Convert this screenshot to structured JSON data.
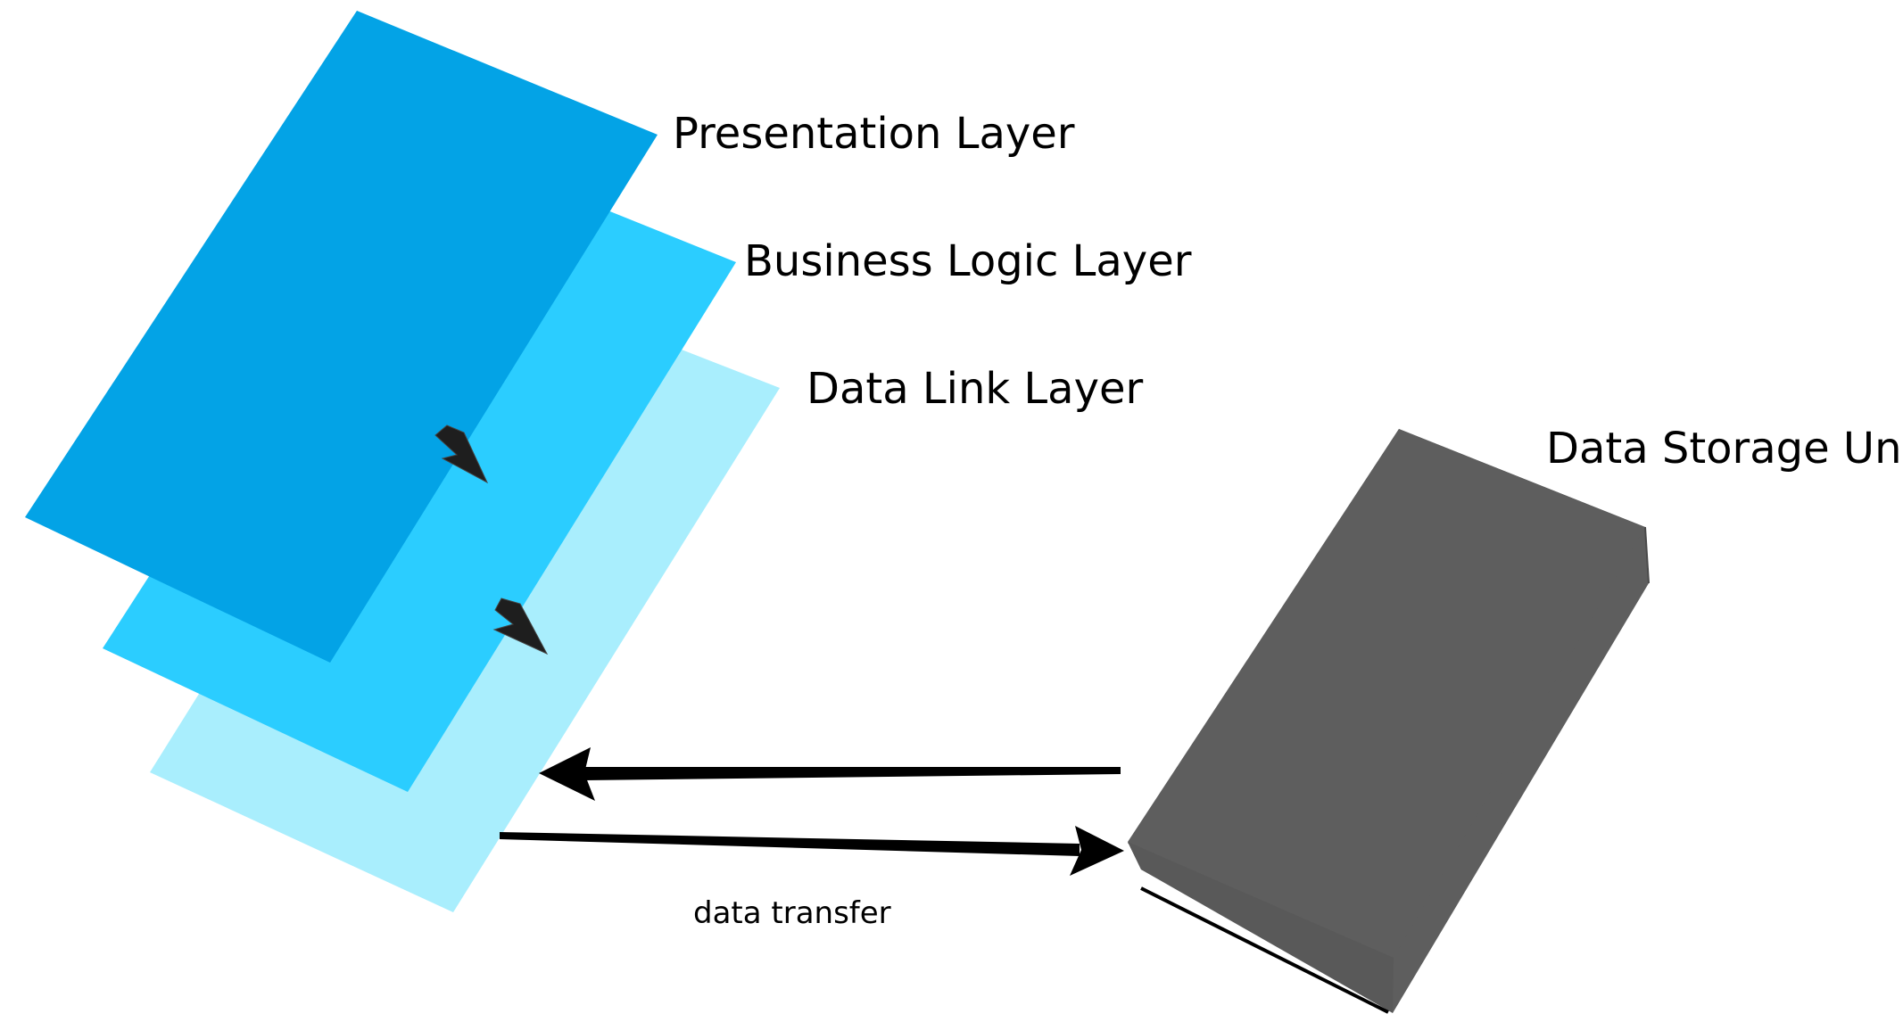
{
  "layers": [
    {
      "label": "Presentation Layer",
      "color": "#03a3e6"
    },
    {
      "label": "Business Logic Layer",
      "color": "#2bcdff"
    },
    {
      "label": "Data Link Layer",
      "color": "#a9eefd"
    }
  ],
  "storage": {
    "label": "Data Storage Unit",
    "color": "#5e5e5e",
    "edge_color": "#000000"
  },
  "connection": {
    "label": "data transfer"
  },
  "arrow_color": "#1e1e1e"
}
